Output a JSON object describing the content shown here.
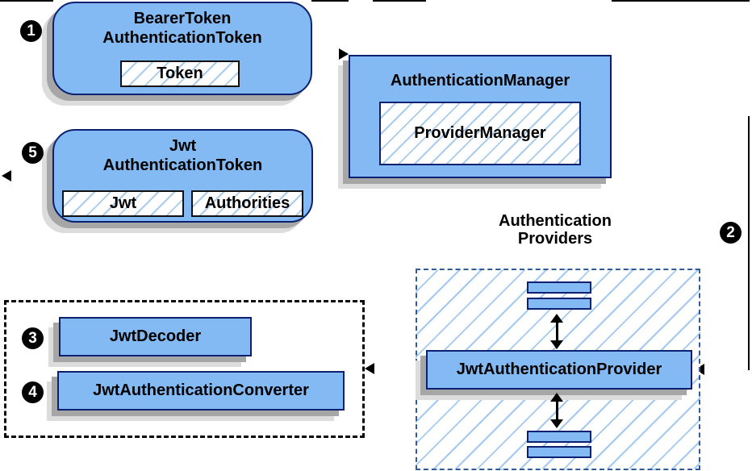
{
  "steps": {
    "step1": "1",
    "step2": "2",
    "step3": "3",
    "step4": "4",
    "step5": "5"
  },
  "nodes": {
    "bearer_token": {
      "title1": "BearerToken",
      "title2": "AuthenticationToken",
      "field_token": "Token"
    },
    "authentication_manager": {
      "title": "AuthenticationManager",
      "field_provider_manager": "ProviderManager"
    },
    "jwt_authentication_token": {
      "title1": "Jwt",
      "title2": "AuthenticationToken",
      "field_jwt": "Jwt",
      "field_authorities": "Authorities"
    },
    "authentication_providers": {
      "label1": "Authentication",
      "label2": "Providers"
    },
    "jwt_authentication_provider": {
      "label": "JwtAuthenticationProvider"
    },
    "jwt_decoder": {
      "label": "JwtDecoder"
    },
    "jwt_authentication_converter": {
      "label": "JwtAuthenticationConverter"
    }
  },
  "colors": {
    "node_fill": "#83BAF3",
    "node_border": "#0B2070",
    "hatch_line": "#A9CBEC",
    "providers_dash_border": "#2F5B9B",
    "black_dash_border": "#0A0A0A",
    "shadow_dark": "#A6A6A6",
    "shadow_light": "#DCDCDC",
    "arrow": "#000000"
  }
}
